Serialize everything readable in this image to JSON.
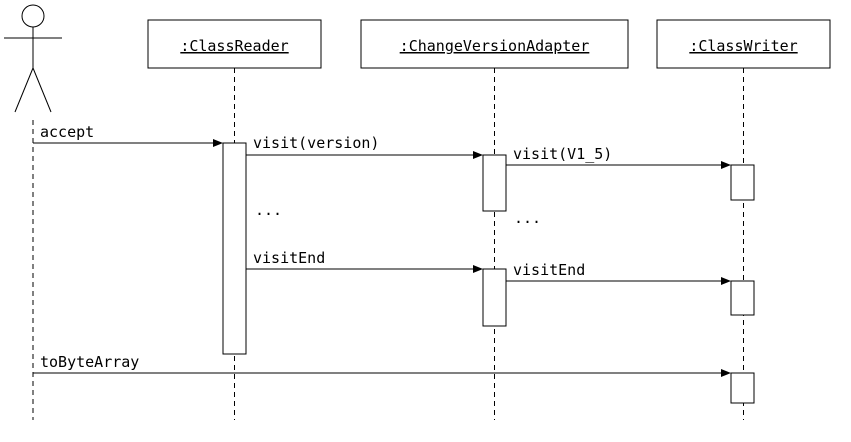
{
  "participants": [
    {
      "id": "actor",
      "kind": "actor",
      "label": ""
    },
    {
      "id": "reader",
      "kind": "object",
      "label": ":ClassReader"
    },
    {
      "id": "adapter",
      "kind": "object",
      "label": ":ChangeVersionAdapter"
    },
    {
      "id": "writer",
      "kind": "object",
      "label": ":ClassWriter"
    }
  ],
  "messages": [
    {
      "from": "actor",
      "to": "reader",
      "label": "accept"
    },
    {
      "from": "reader",
      "to": "adapter",
      "label": "visit(version)"
    },
    {
      "from": "adapter",
      "to": "writer",
      "label": "visit(V1_5)"
    },
    {
      "from": "reader",
      "to": "adapter",
      "label": "visitEnd"
    },
    {
      "from": "adapter",
      "to": "writer",
      "label": "visitEnd"
    },
    {
      "from": "actor",
      "to": "writer",
      "label": "toByteArray"
    }
  ],
  "ellipses": [
    "...",
    "..."
  ]
}
